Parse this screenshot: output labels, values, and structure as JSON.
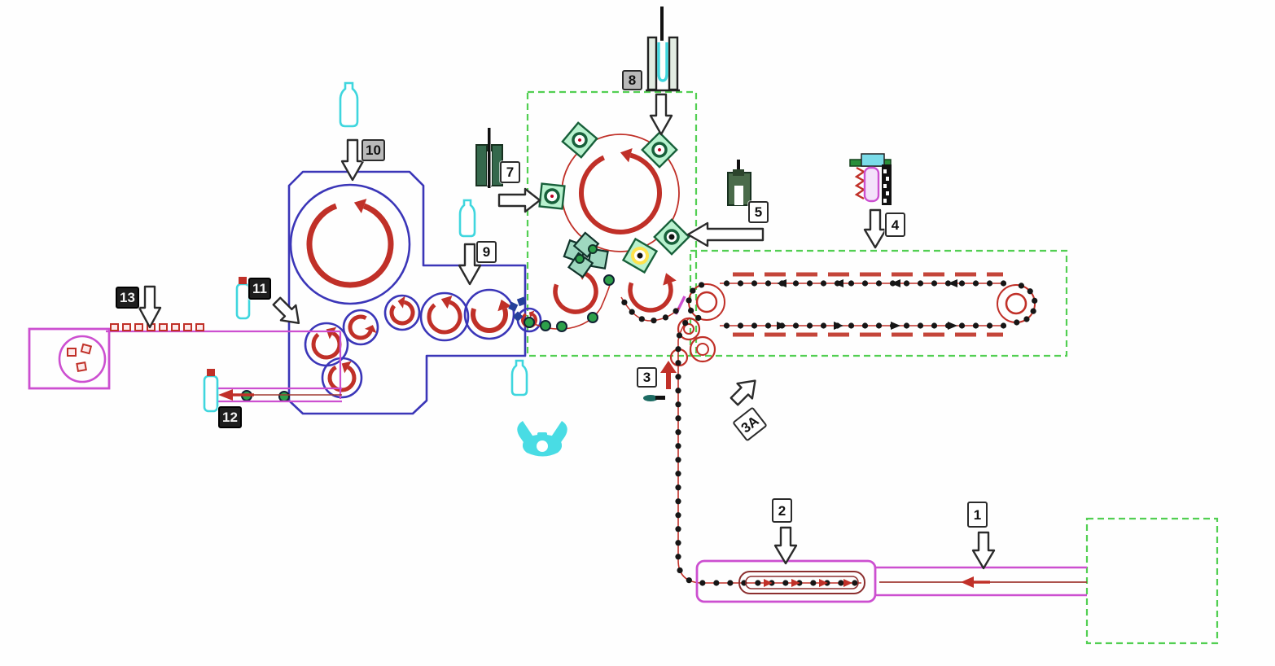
{
  "diagram_type": "process-flow-diagram",
  "labels": {
    "l1": "1",
    "l2": "2",
    "l3": "3",
    "l3a": "3A",
    "l4": "4",
    "l5": "5",
    "l7": "7",
    "l8": "8",
    "l9": "9",
    "l10": "10",
    "l11": "11",
    "l12": "12",
    "l13": "13"
  },
  "palette": {
    "machine_blue": "#3b36b8",
    "process_red": "#c03028",
    "slat_red": "#c4453a",
    "track_magenta": "#cc4fd0",
    "zone_green": "#52cf52",
    "bottle_cyan": "#3fd6de",
    "station_fill": "#b9f2cf",
    "station_dark": "#17603a",
    "device_green": "#35684c",
    "chain_black": "#161616",
    "arrow_outline": "#2b2b2b"
  },
  "icons": {
    "bottles": [
      "bottle-icon",
      "bottle-icon",
      "bottle-icon"
    ],
    "vials": [
      "capped-vial-icon",
      "capped-vial-icon"
    ],
    "gripper": "bottle-gripper-icon",
    "devices": [
      "filling-nozzle-icon",
      "rinse-nozzle-icon",
      "capping-head-icon",
      "labelling-head-icon"
    ],
    "flow_arrows": [
      "down-arrow",
      "down-arrow",
      "down-arrow",
      "down-arrow",
      "down-arrow",
      "down-arrow",
      "left-arrow",
      "right-arrow",
      "diagonal-arrow",
      "open-arrow"
    ]
  }
}
